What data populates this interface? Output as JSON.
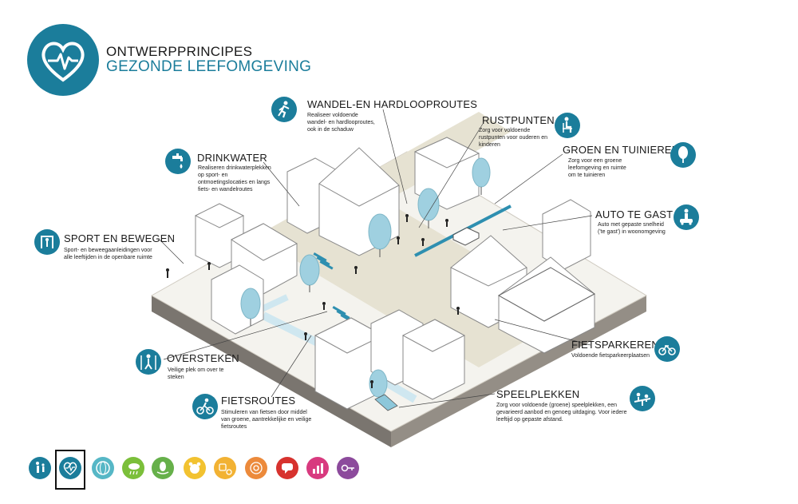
{
  "header": {
    "title_line1": "ONTWERPPRINCIPES",
    "title_line2": "GEZONDE LEEFOMGEVING",
    "icon": "heart-pulse-icon"
  },
  "colors": {
    "accent": "#1b7d9b",
    "street": "#e6e2d2",
    "building": "#ffffff",
    "outline": "#8a8a8a",
    "tree": "#9fd0e0",
    "crossing": "#2e8fb0"
  },
  "callouts": {
    "wandel": {
      "title": "WANDEL-EN HARDLOOPROUTES",
      "desc": [
        "Realiseer voldoende",
        "wandel- en hardlooproutes,",
        "ook in de schaduw"
      ],
      "icon": "running-person-icon"
    },
    "rustpunten": {
      "title": "RUSTPUNTEN",
      "desc": [
        "Zorg voor voldoende",
        "rustpunten voor ouderen en",
        "kinderen"
      ],
      "icon": "seated-person-icon"
    },
    "groen": {
      "title": "GROEN EN TUINIEREN",
      "desc": [
        "Zorg voor een groene",
        "leefomgeving en ruimte",
        "om te tuinieren"
      ],
      "icon": "leaf-icon"
    },
    "drinkwater": {
      "title": "DRINKWATER",
      "desc": [
        "Realiseren drinkwaterplekken",
        "op sport- en",
        "ontmoetingslocaties en langs",
        "fiets- en wandelroutes"
      ],
      "icon": "water-tap-icon"
    },
    "auto": {
      "title": "AUTO TE GAST",
      "desc": [
        "Auto met gepaste snelheid",
        "('te gast') in woonomgeving"
      ],
      "icon": "car-guest-icon"
    },
    "sport": {
      "title": "SPORT EN BEWEGEN",
      "desc": [
        "Sport- en beweegaanleidingen voor",
        "alle leeftijden in de openbare ruimte"
      ],
      "icon": "sport-icon"
    },
    "oversteken": {
      "title": "OVERSTEKEN",
      "desc": [
        "Veilige plek om over te",
        "steken"
      ],
      "icon": "crossing-icon"
    },
    "fietsparkeren": {
      "title": "FIETSPARKEREN",
      "desc": [
        "Voldoende fietsparkeerplaatsen"
      ],
      "icon": "bicycles-icon"
    },
    "fietsroutes": {
      "title": "FIETSROUTES",
      "desc": [
        "Stimuleren van fietsen door middel",
        "van groene, aantrekkelijke en veilige",
        "fietsroutes"
      ],
      "icon": "cyclist-icon"
    },
    "speelplekken": {
      "title": "SPEELPLEKKEN",
      "desc": [
        "Zorg voor voldoende (groene) speelplekken, een",
        "gevarieerd aanbod en genoeg uitdaging. Voor iedere",
        "leeftijd op gepaste afstand."
      ],
      "icon": "playground-icon"
    }
  },
  "bottom_nav": [
    {
      "icon": "family-icon",
      "color": "#1b7d9b"
    },
    {
      "icon": "heart-pulse-icon",
      "color": "#1b7d9b",
      "selected": true
    },
    {
      "icon": "globe-icon",
      "color": "#56b7c6"
    },
    {
      "icon": "sun-rain-icon",
      "color": "#7bbf3a"
    },
    {
      "icon": "leaf-hand-icon",
      "color": "#66b04a"
    },
    {
      "icon": "bear-icon",
      "color": "#f2c230"
    },
    {
      "icon": "transport-icon",
      "color": "#f2b233"
    },
    {
      "icon": "network-icon",
      "color": "#ec8a3b"
    },
    {
      "icon": "speech-icon",
      "color": "#d7322e"
    },
    {
      "icon": "chart-icon",
      "color": "#d83a7f"
    },
    {
      "icon": "key-icon",
      "color": "#8c4a9c"
    }
  ]
}
